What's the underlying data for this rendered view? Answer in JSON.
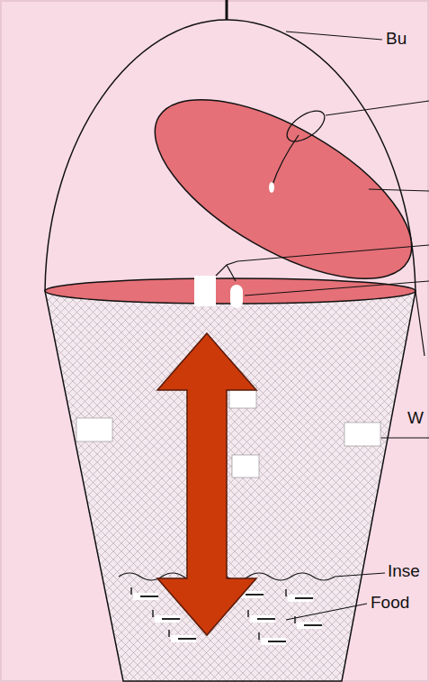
{
  "diagram": {
    "labels": [
      "Bu",
      "W",
      "Inse",
      "Food"
    ]
  }
}
